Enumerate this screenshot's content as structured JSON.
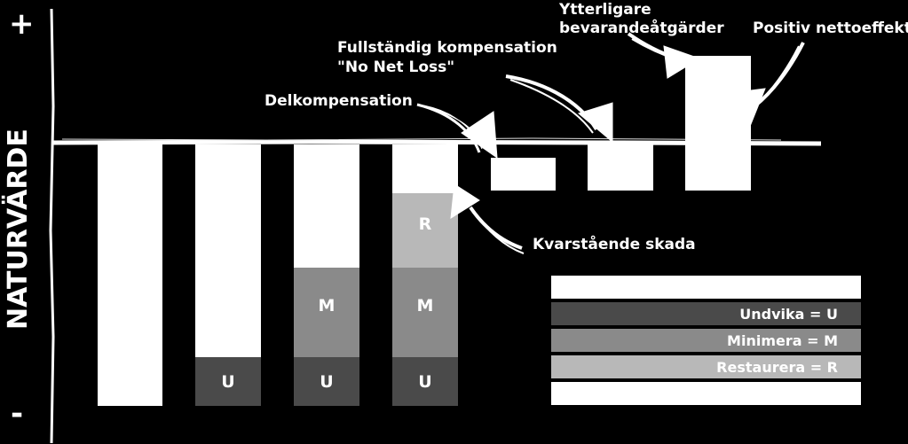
{
  "axis": {
    "title": "NATURVÄRDE",
    "plus_sign": "+",
    "minus_sign": "-"
  },
  "annotations": {
    "delkompensation": "Delkompensation",
    "full_line1": "Fullständig kompensation",
    "full_line2": "\"No Net Loss\"",
    "ytterligare_line1": "Ytterligare",
    "ytterligare_line2": "bevarandeåtgärder",
    "positiv": "Positiv nettoeffekt",
    "kvarstaende": "Kvarstående skada"
  },
  "segment_labels": {
    "u": "U",
    "m": "M",
    "r": "R"
  },
  "legend": {
    "undvika": "Undvika = U",
    "minimera": "Minimera = M",
    "restaurera": "Restaurera = R"
  },
  "colors": {
    "background": "#000000",
    "white": "#ffffff",
    "undvika": "#4a4a4a",
    "minimera": "#8a8a8a",
    "restaurera": "#b8b8b8"
  }
}
